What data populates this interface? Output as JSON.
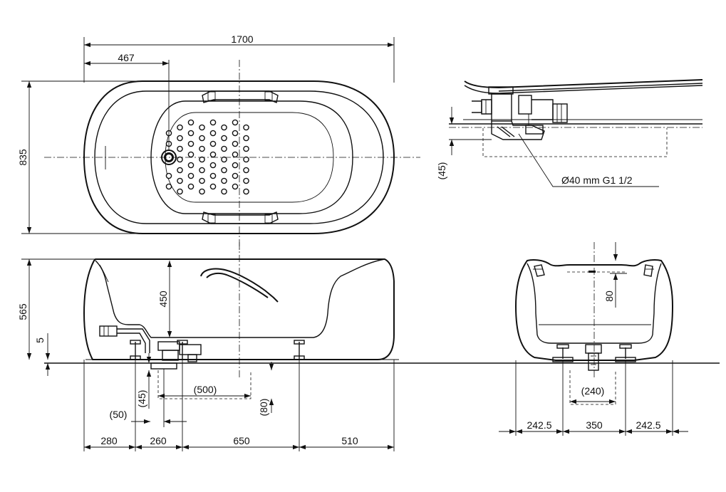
{
  "top_view": {
    "overall_length": "1700",
    "drain_offset": "467",
    "width": "835"
  },
  "drain_detail": {
    "drain_spec": "Ø40 mm  G1 1/2",
    "height": "(45)"
  },
  "side_view": {
    "height_total": "565",
    "inner_depth": "450",
    "floor_gap": "5",
    "drain_height": "(45)",
    "outlet_offset": "(50)",
    "drain_area_width": "(500)",
    "area_height": "(80)",
    "foot_spacing": [
      "280",
      "260",
      "650",
      "510"
    ]
  },
  "end_view": {
    "rim_drop": "80",
    "drain_area_width": "(240)",
    "foot_spacing": [
      "242.5",
      "350",
      "242.5"
    ]
  }
}
